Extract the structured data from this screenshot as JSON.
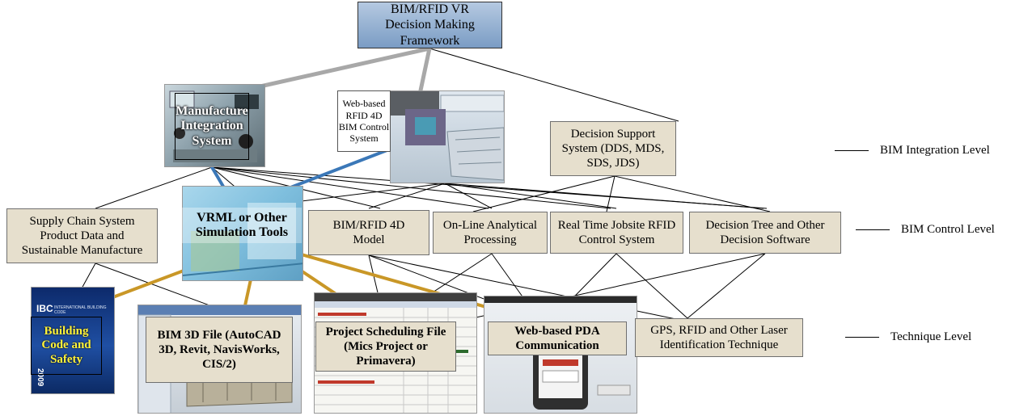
{
  "top": "BIM/RFID VR Decision Making Framework",
  "integration": {
    "manufacture": "Manufacture Integration System",
    "web_rfid": "Web-based RFID 4D BIM Control System",
    "dss": "Decision Support System (DDS, MDS, SDS, JDS)"
  },
  "control": {
    "supply": "Supply Chain System Product Data and Sustainable Manufacture",
    "vrml": "VRML or Other Simulation Tools",
    "bim4d": "BIM/RFID 4D Model",
    "olap": "On-Line Analytical Processing",
    "realtime": "Real Time Jobsite RFID Control System",
    "dtree": "Decision Tree and Other Decision Software"
  },
  "technique": {
    "code": "Building Code and Safety",
    "bim3d": "BIM 3D File (AutoCAD 3D, Revit, NavisWorks, CIS/2)",
    "sched": "Project Scheduling File (Mics Project or Primavera)",
    "pda": "Web-based PDA Communication",
    "gps": "GPS, RFID and Other Laser Identification Technique"
  },
  "levels": {
    "integration": "BIM Integration Level",
    "control": "BIM Control Level",
    "technique": "Technique Level"
  },
  "cover_text": {
    "ibc": "IBC",
    "subtitle": "INTERNATIONAL BUILDING CODE",
    "year": "2009"
  }
}
